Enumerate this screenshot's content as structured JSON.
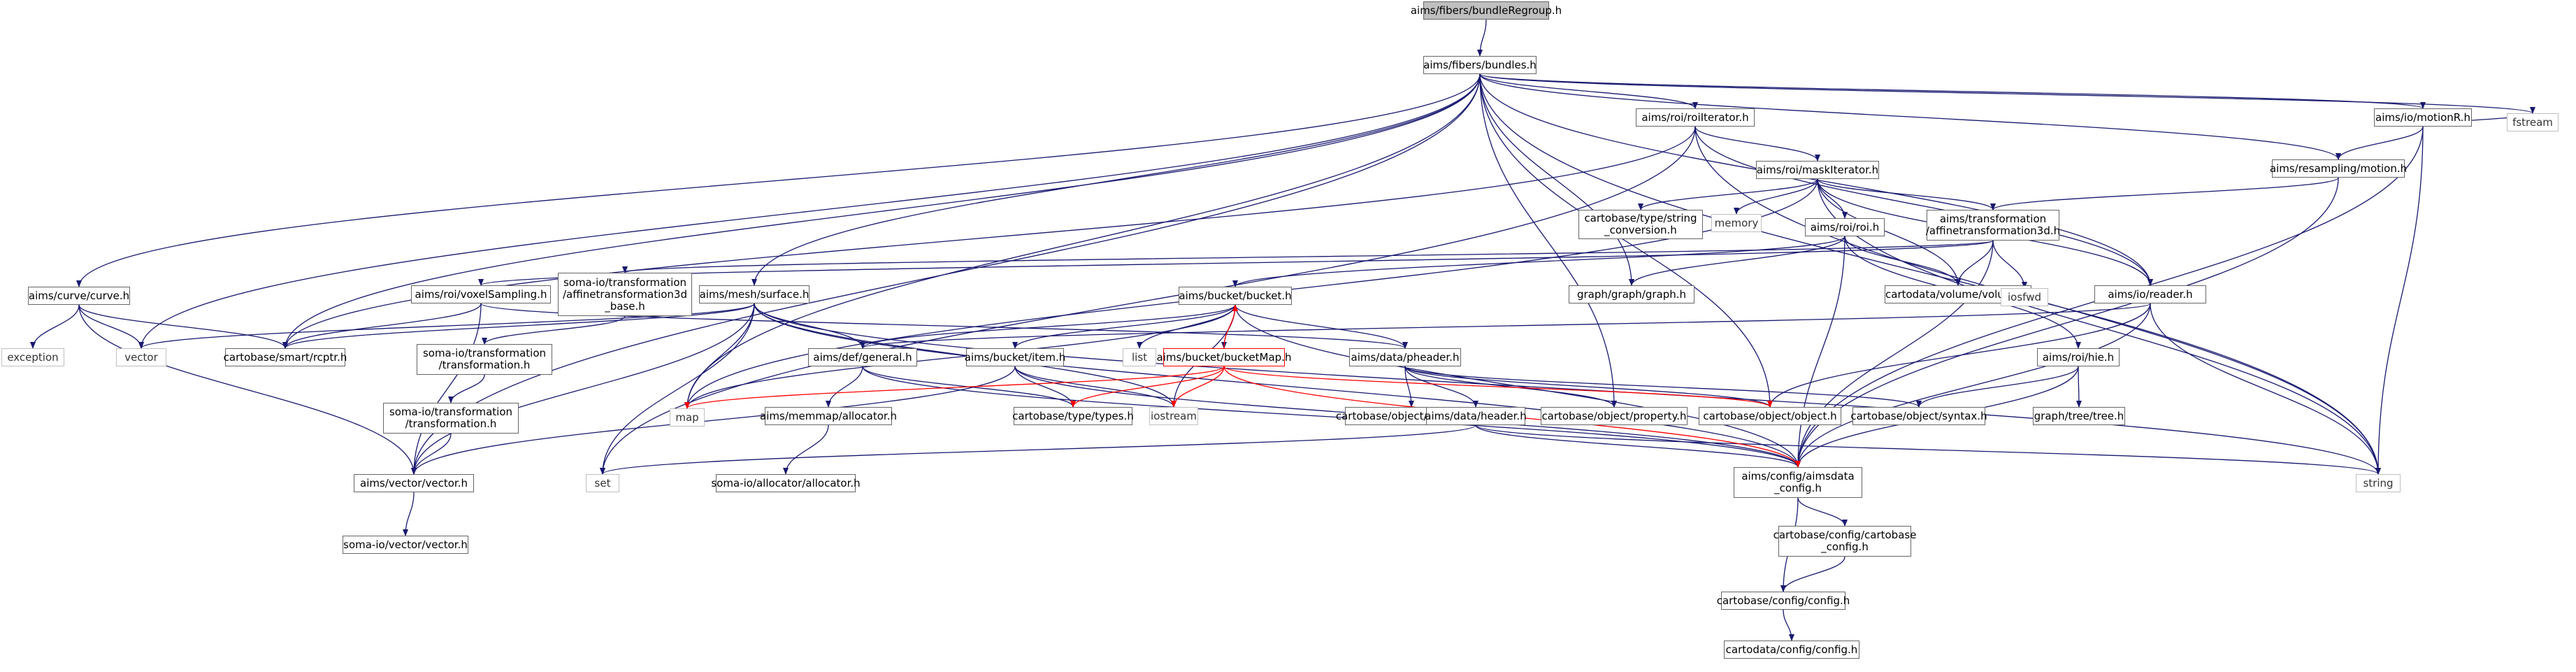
{
  "nodes": {
    "root": "aims/fibers/bundleRegroup.h",
    "bundles": "aims/fibers/bundles.h",
    "roiiterator": "aims/roi/roiIterator.h",
    "motionR": "aims/io/motionR.h",
    "fstream": "fstream",
    "resampling": "aims/resampling/motion.h",
    "maskiterator": "aims/roi/maskIterator.h",
    "string_conv": [
      "cartobase/type/string",
      "_conversion.h"
    ],
    "memory": "memory",
    "roi": "aims/roi/roi.h",
    "affine": [
      "aims/transformation",
      "/affinetransformation3d.h"
    ],
    "curve": "aims/curve/curve.h",
    "voxelsampling": "aims/roi/voxelSampling.h",
    "soma_affine_base": [
      "soma-io/transformation",
      "/affinetransformation3d",
      "_base.h"
    ],
    "surface": "aims/mesh/surface.h",
    "bucket": "aims/bucket/bucket.h",
    "graph": "graph/graph/graph.h",
    "volume": "cartodata/volume/volume.h",
    "iosfwd": "iosfwd",
    "reader": "aims/io/reader.h",
    "exception": "exception",
    "vector": "vector",
    "rcptr": "cartobase/smart/rcptr.h",
    "soma_transformation": [
      "soma-io/transformation",
      "/transformation.h"
    ],
    "general": "aims/def/general.h",
    "item": "aims/bucket/item.h",
    "list": "list",
    "bucketmap": "aims/bucket/bucketMap.h",
    "pheader": "aims/data/pheader.h",
    "hie": "aims/roi/hie.h",
    "soma_transformation2": [
      "soma-io/transformation",
      "/transformation.h"
    ],
    "map": "map",
    "allocator": "aims/memmap/allocator.h",
    "types": "cartobase/type/types.h",
    "iostream": "iostream",
    "headered": "cartobase/object/headered.h",
    "header": "aims/data/header.h",
    "property": "cartobase/object/property.h",
    "object": "cartobase/object/object.h",
    "syntax": "cartobase/object/syntax.h",
    "tree": "graph/tree/tree.h",
    "aims_vector": "aims/vector/vector.h",
    "set": "set",
    "soma_allocator": "soma-io/allocator/allocator.h",
    "aimsdata_config": [
      "aims/config/aimsdata",
      "_config.h"
    ],
    "string": "string",
    "soma_vector": "soma-io/vector/vector.h",
    "cartobase_config": [
      "cartobase/config/cartobase",
      "_config.h"
    ],
    "config": "cartobase/config/config.h",
    "cartodata_config": "cartodata/config/config.h"
  },
  "colors": {
    "edge": "#191970",
    "edge_red": "#ff0000",
    "root_fill": "#bfbfbf",
    "doc_border": "#666666",
    "sys_border": "#c0c0c0"
  }
}
